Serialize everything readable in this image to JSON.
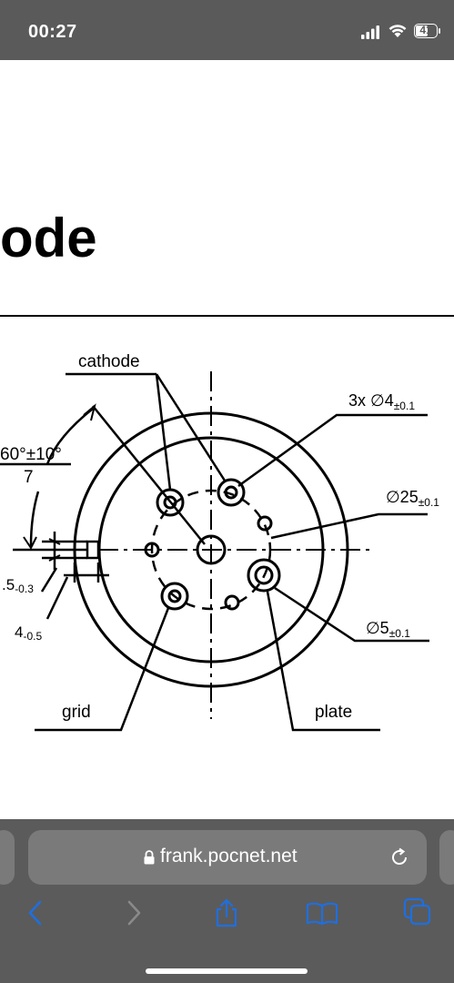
{
  "status_bar": {
    "time": "00:27",
    "battery_level": "41",
    "signal_icon": "cellular-signal-icon",
    "wifi_icon": "wifi-icon",
    "battery_icon": "battery-icon"
  },
  "page": {
    "heading": "ode"
  },
  "figure": {
    "labels": {
      "cathode": "cathode",
      "hole_3x_prefix": "3x ",
      "hole_3x_diameter": "∅4",
      "hole_3x_tolerance": "±0.1",
      "angle": "60°±10°",
      "angle_sub": "7",
      "diameter_25": "∅25",
      "diameter_25_tolerance": "±0.1",
      "dim_left_1": ".5",
      "dim_left_1_tolerance": "-0.3",
      "dim_left_2": "4",
      "dim_left_2_tolerance": "-0.5",
      "diameter_5": "∅5",
      "diameter_5_tolerance": "±0.1",
      "grid": "grid",
      "plate": "plate"
    }
  },
  "browser": {
    "url": "frank.pocnet.net",
    "lock_icon": "lock-icon",
    "reload_icon": "reload-icon",
    "toolbar": {
      "back_icon": "back-chevron-icon",
      "forward_icon": "forward-chevron-icon",
      "share_icon": "share-icon",
      "bookmarks_icon": "bookmarks-icon",
      "tabs_icon": "tabs-icon"
    }
  },
  "colors": {
    "status_bar_bg": "#5a5a5a",
    "toolbar_bg": "#5b5b5b",
    "url_pill_bg": "#7a7a7a",
    "toolbar_icon_blue": "#1e6fe0"
  }
}
